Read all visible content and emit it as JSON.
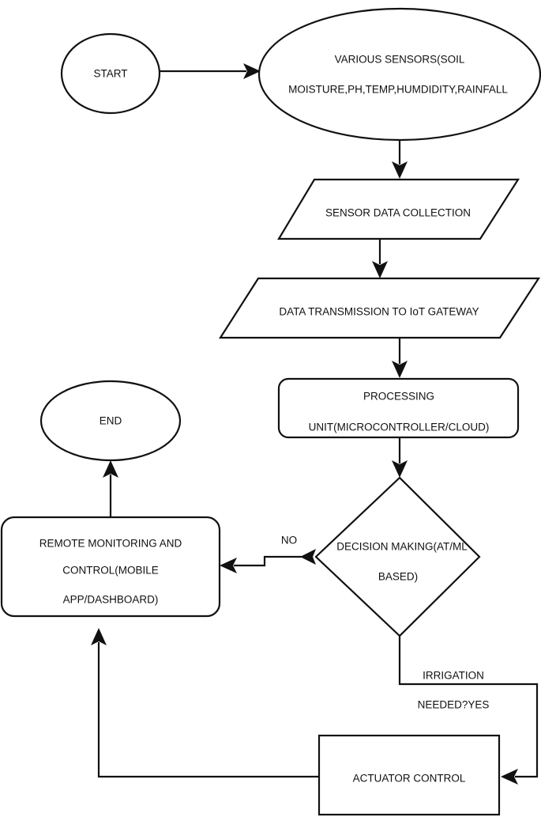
{
  "diagram": {
    "nodes": {
      "start": {
        "label": "START"
      },
      "sensors": {
        "line1": "VARIOUS SENSORS(SOIL",
        "line2": "MOISTURE,PH,TEMP,HUMDIDITY,RAINFALL"
      },
      "collection": {
        "label": "SENSOR DATA COLLECTION"
      },
      "transmission": {
        "label": "DATA TRANSMISSION TO IoT GATEWAY"
      },
      "processing": {
        "line1": "PROCESSING",
        "line2": "UNIT(MICROCONTROLLER/CLOUD)"
      },
      "decision": {
        "line1": "DECISION MAKING(AT/ML",
        "line2": "BASED)"
      },
      "remote": {
        "line1": "REMOTE MONITORING AND",
        "line2": "CONTROL(MOBILE",
        "line3": "APP/DASHBOARD)"
      },
      "end": {
        "label": "END"
      },
      "actuator": {
        "label": "ACTUATOR CONTROL"
      }
    },
    "edge_labels": {
      "no": "NO",
      "yes_line1": "IRRIGATION",
      "yes_line2": "NEEDED?YES"
    }
  }
}
